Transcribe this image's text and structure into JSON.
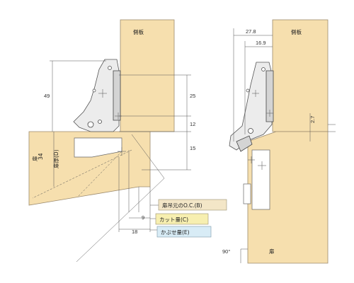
{
  "colors": {
    "wood": "#f6dfae",
    "line": "#555555",
    "box_b": "#f3e6c7",
    "box_c": "#f7efb0",
    "box_e": "#d8ecf6"
  },
  "left": {
    "side_panel_label": "側板",
    "door_label": "扉",
    "door_thickness_label": "34\n扉厚(D)",
    "dim_49": "49",
    "dim_25": "25",
    "dim_12": "12",
    "dim_15": "15",
    "dim_9": "9",
    "dim_18": "18",
    "tags": [
      {
        "text": "扉吊元のO.C.(B)"
      },
      {
        "text": "カット量(C)"
      },
      {
        "text": "かぶせ量(E)"
      }
    ]
  },
  "right": {
    "side_panel_label": "側板",
    "door_label": "扉",
    "dim_278": "27.8",
    "dim_169": "16.9",
    "dim_27": "2.7",
    "angle_label": "90°"
  }
}
